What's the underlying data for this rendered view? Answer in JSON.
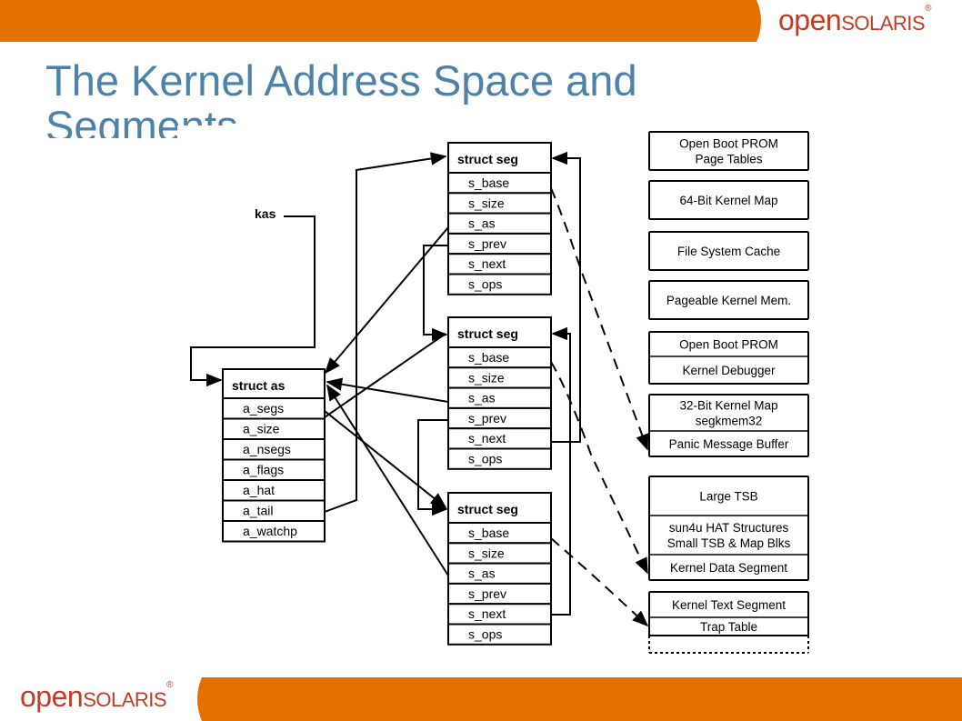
{
  "slide": {
    "title_line1": "The Kernel Address Space and",
    "title_line2": "Segments"
  },
  "brand": {
    "logo_part1": "open",
    "logo_part2": "solaris",
    "trademark": "®",
    "orange": "#e57000",
    "title_color": "#4e82a8"
  },
  "diagram": {
    "kas_label": "kas",
    "struct_as": {
      "header": "struct as",
      "fields": [
        "a_segs",
        "a_size",
        "a_nsegs",
        "a_flags",
        "a_hat",
        "a_tail",
        "a_watchp"
      ]
    },
    "struct_segs": [
      {
        "header": "struct seg",
        "fields": [
          "s_base",
          "s_size",
          "s_as",
          "s_prev",
          "s_next",
          "s_ops"
        ]
      },
      {
        "header": "struct seg",
        "fields": [
          "s_base",
          "s_size",
          "s_as",
          "s_prev",
          "s_next",
          "s_ops"
        ]
      },
      {
        "header": "struct seg",
        "fields": [
          "s_base",
          "s_size",
          "s_as",
          "s_prev",
          "s_next",
          "s_ops"
        ]
      }
    ],
    "memory_map": [
      {
        "lines": [
          "Open Boot PROM",
          "Page Tables"
        ]
      },
      {
        "lines": [
          "64-Bit Kernel Map"
        ]
      },
      {
        "lines": [
          "File System Cache"
        ]
      },
      {
        "lines": [
          "Pageable Kernel Mem."
        ]
      },
      {
        "lines": [
          "Open Boot PROM"
        ]
      },
      {
        "lines": [
          "Kernel Debugger"
        ]
      },
      {
        "lines": [
          "32-Bit Kernel Map",
          "segkmem32"
        ]
      },
      {
        "lines": [
          "Panic Message Buffer"
        ]
      },
      {
        "lines": [
          "Large TSB"
        ]
      },
      {
        "lines": [
          "sun4u HAT Structures",
          "Small TSB & Map Blks"
        ]
      },
      {
        "lines": [
          "Kernel Data Segment"
        ]
      },
      {
        "lines": [
          "Kernel Text Segment"
        ]
      },
      {
        "lines": [
          "Trap Table"
        ]
      }
    ]
  }
}
